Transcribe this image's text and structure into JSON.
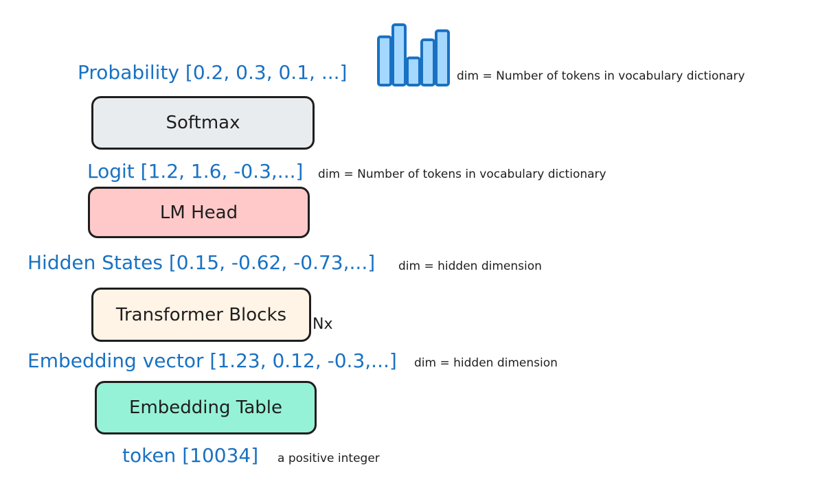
{
  "colors": {
    "label_blue": "#1971c2",
    "text_dark": "#1e1e1e",
    "softmax_fill": "#e9ecef",
    "lmhead_fill": "#ffc9c9",
    "transformer_fill": "#fff4e6",
    "embedding_fill": "#96f2d7",
    "bar_fill": "#a5d8ff",
    "bar_stroke": "#1971c2"
  },
  "probability": {
    "label": "Probability [0.2, 0.3, 0.1, ...]",
    "dim": "dim = Number of tokens in vocabulary dictionary",
    "icon": "bar-chart-icon",
    "bars": [
      0.8,
      1.0,
      0.45,
      0.75,
      0.9
    ]
  },
  "softmax": {
    "label": "Softmax"
  },
  "logit": {
    "label": "Logit [1.2, 1.6, -0.3,...]",
    "dim": "dim = Number of tokens in vocabulary dictionary"
  },
  "lm_head": {
    "label": "LM Head"
  },
  "hidden_states": {
    "label": "Hidden States [0.15, -0.62, -0.73,...]",
    "dim": "dim = hidden dimension"
  },
  "transformer": {
    "label": "Transformer Blocks",
    "repeat": "Nx"
  },
  "embedding_vector": {
    "label": "Embedding vector [1.23, 0.12, -0.3,...]",
    "dim": "dim = hidden dimension"
  },
  "embedding_table": {
    "label": "Embedding Table"
  },
  "token": {
    "label": "token [10034]",
    "note": "a positive integer"
  }
}
